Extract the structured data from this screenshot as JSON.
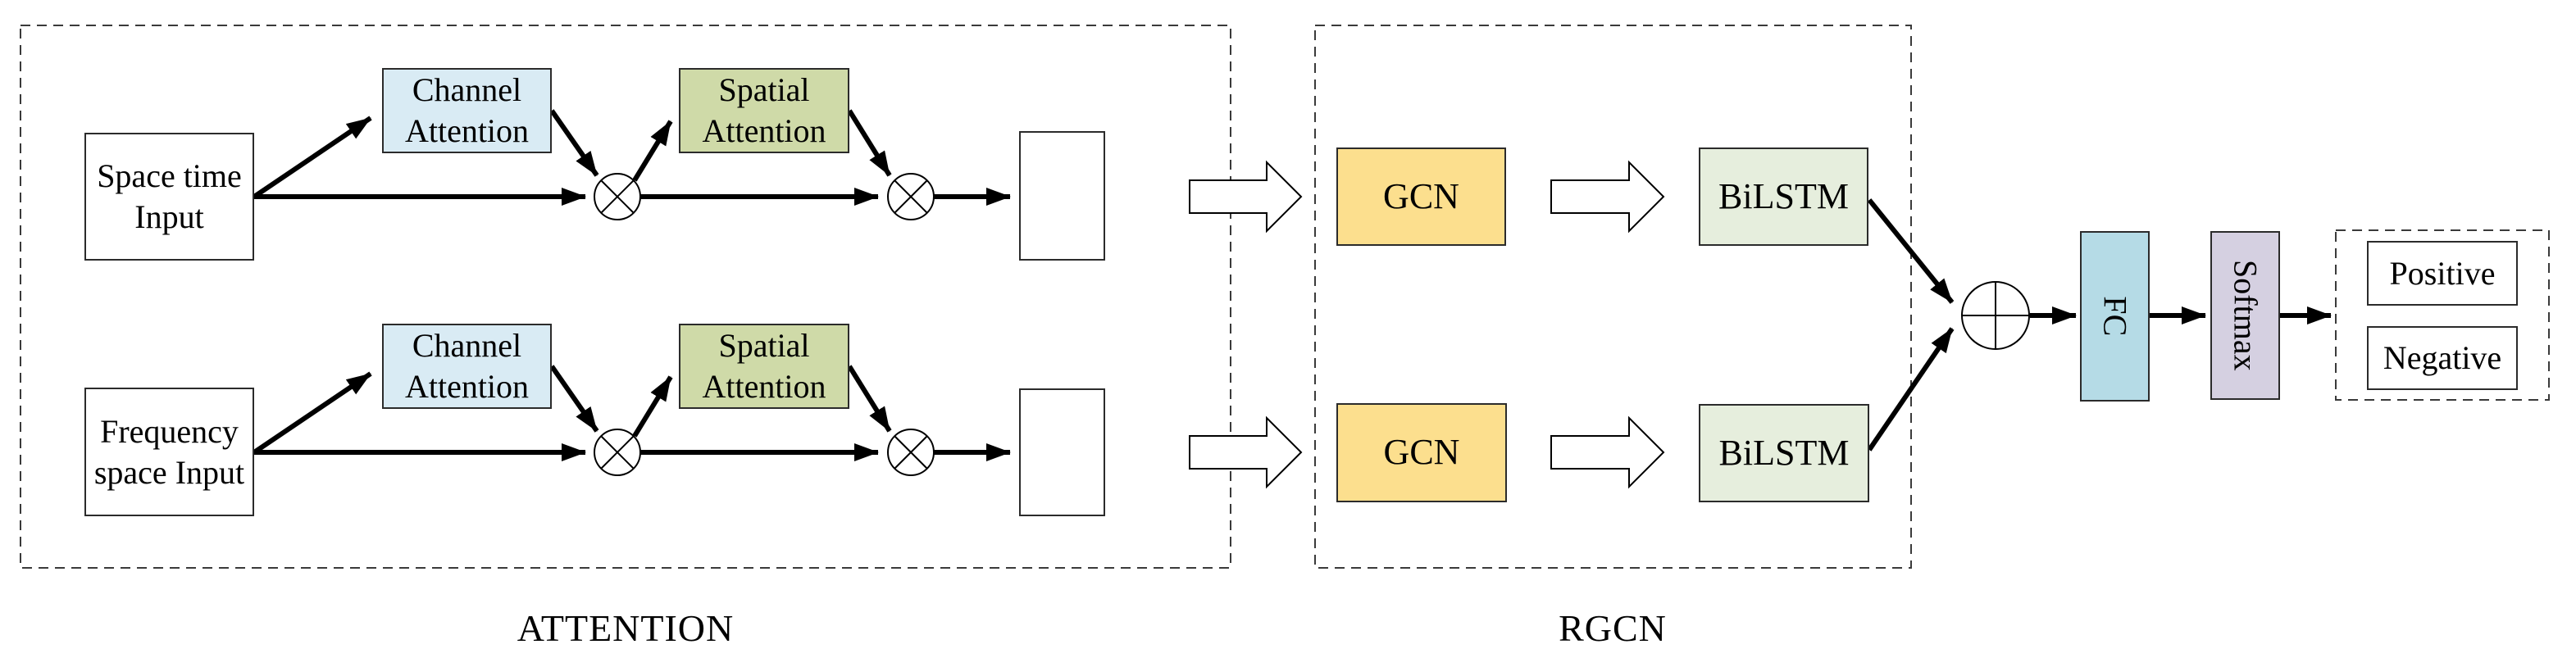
{
  "figure": {
    "attention_module": {
      "label": "ATTENTION",
      "branches": [
        {
          "input": "Space time Input"
        },
        {
          "input": "Frequency space Input"
        }
      ],
      "channel_block": "Channel Attention",
      "spatial_block": "Spatial Attention"
    },
    "rgcn_module": {
      "label": "RGCN",
      "gcn_block": "GCN",
      "bilstm_block": "BiLSTM"
    },
    "classifier": {
      "fc_block": "FC",
      "softmax_block": "Softmax",
      "outputs": [
        "Positive",
        "Negative"
      ]
    },
    "icons": {
      "multiply_node": "circled-times",
      "sum_node": "circled-plus",
      "flow_arrow": "hollow-right-arrow"
    },
    "colors": {
      "channel_attention": "#d9ebf4",
      "spatial_attention": "#cfdaa8",
      "gcn": "#fcdf8e",
      "bilstm": "#e6eedd",
      "fc": "#b5dbe6",
      "softmax": "#d5d0e1",
      "line": "#000000"
    }
  }
}
